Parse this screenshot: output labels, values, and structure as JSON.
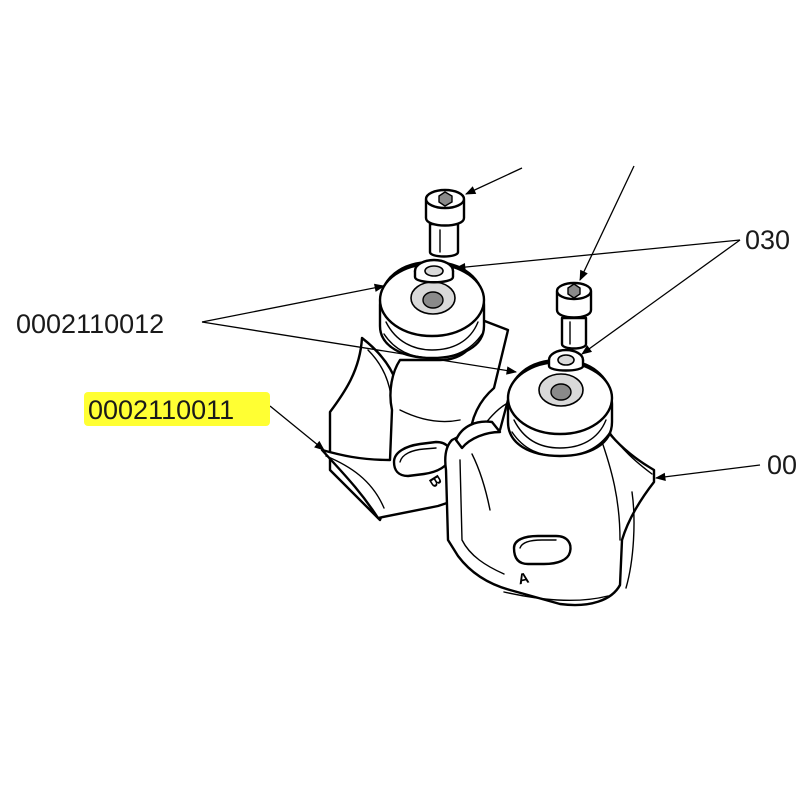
{
  "diagram": {
    "callouts": {
      "top_right": "030",
      "left_upper": "0002110012",
      "left_highlighted": "0002110011",
      "right_lower": "00"
    },
    "markers": {
      "bracket_left": "B",
      "bracket_right": "A"
    },
    "highlight_color": "#ffff33",
    "line_color": "#000000"
  }
}
